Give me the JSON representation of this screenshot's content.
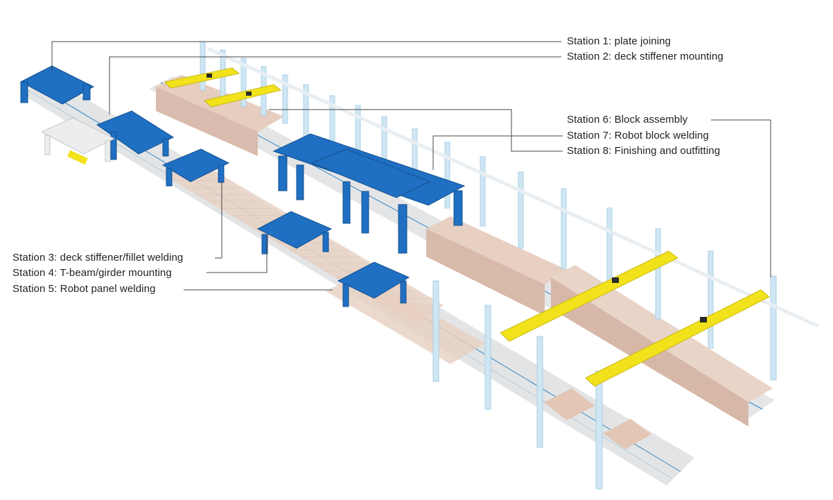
{
  "colors": {
    "steel_blue": "#1f6fc2",
    "steel_blue_dark": "#14508f",
    "crane_yellow": "#f2e21b",
    "column": "#cfe6f3",
    "floor": "#e2e3e4",
    "panel_pink": "#e6cdbf",
    "leader": "#444444"
  },
  "stations": [
    {
      "id": "s1",
      "text": "Station 1: plate joining"
    },
    {
      "id": "s2",
      "text": "Station 2: deck stiffener mounting"
    },
    {
      "id": "s3",
      "text": "Station 3: deck stiffener/fillet welding"
    },
    {
      "id": "s4",
      "text": "Station 4: T-beam/girder mounting"
    },
    {
      "id": "s5",
      "text": "Station 5: Robot panel welding"
    },
    {
      "id": "s6",
      "text": "Station 6: Block assembly"
    },
    {
      "id": "s7",
      "text": "Station 7: Robot block welding"
    },
    {
      "id": "s8",
      "text": "Station 8: Finishing and outfitting"
    }
  ]
}
